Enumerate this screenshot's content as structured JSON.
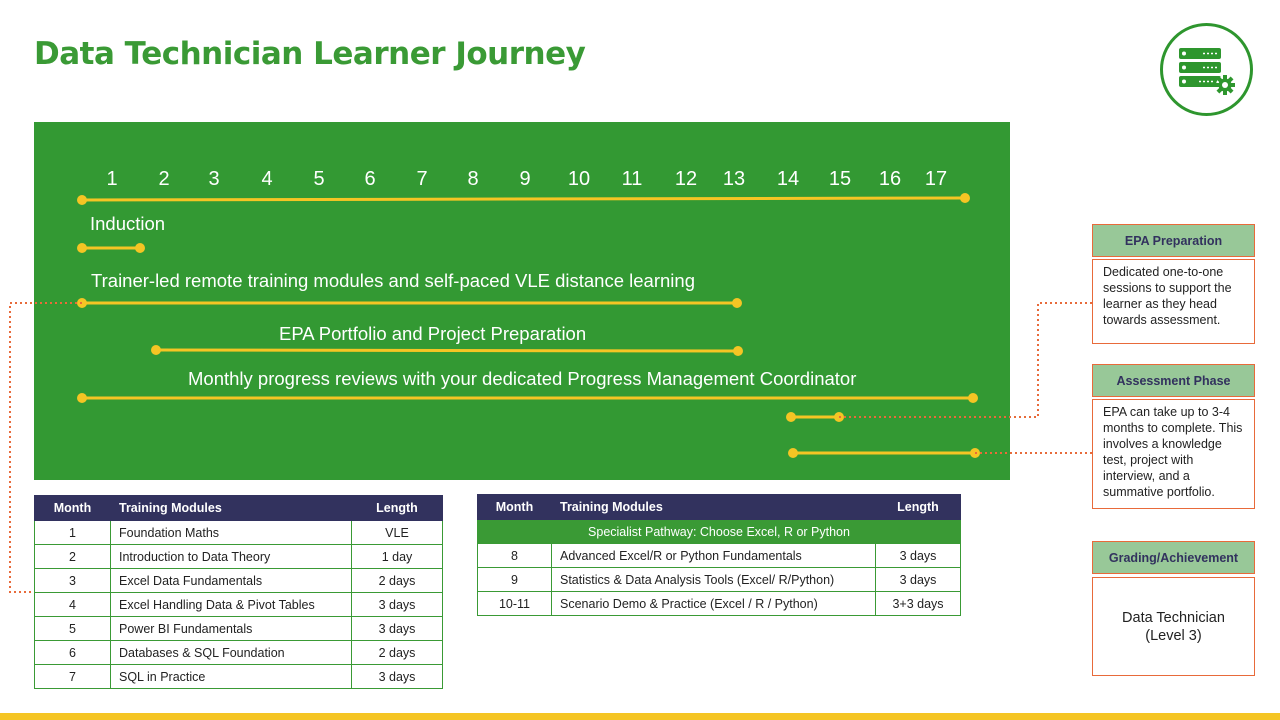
{
  "title": "Data Technician Learner Journey",
  "logo": {
    "icon": "server-gear-icon",
    "color": "#2e962e"
  },
  "timeline": {
    "months": [
      "1",
      "2",
      "3",
      "4",
      "5",
      "6",
      "7",
      "8",
      "9",
      "10",
      "11",
      "12",
      "13",
      "14",
      "15",
      "16",
      "17"
    ],
    "rows": [
      {
        "label": "Induction"
      },
      {
        "label": "Trainer-led remote training modules and self-paced VLE distance learning"
      },
      {
        "label": "EPA Portfolio and Project Preparation"
      },
      {
        "label": "Monthly progress reviews with your dedicated Progress Management Coordinator"
      }
    ],
    "colors": {
      "panel": "#339933",
      "line": "#f5c524",
      "connector": "#e86a3a"
    }
  },
  "table_left": {
    "headers": [
      "Month",
      "Training Modules",
      "Length"
    ],
    "rows": [
      [
        "1",
        "Foundation Maths",
        "VLE"
      ],
      [
        "2",
        "Introduction to Data Theory",
        "1 day"
      ],
      [
        "3",
        "Excel Data Fundamentals",
        "2 days"
      ],
      [
        "4",
        "Excel Handling Data & Pivot Tables",
        "3 days"
      ],
      [
        "5",
        "Power BI Fundamentals",
        "3 days"
      ],
      [
        "6",
        "Databases & SQL Foundation",
        "2 days"
      ],
      [
        "7",
        "SQL in Practice",
        "3 days"
      ]
    ]
  },
  "table_right": {
    "headers": [
      "Month",
      "Training Modules",
      "Length"
    ],
    "pathway": "Specialist Pathway: Choose Excel, R or Python",
    "rows": [
      [
        "8",
        "Advanced Excel/R or Python Fundamentals",
        "3 days"
      ],
      [
        "9",
        "Statistics & Data Analysis Tools (Excel/ R/Python)",
        "3 days"
      ],
      [
        "10-11",
        "Scenario Demo & Practice (Excel  / R / Python)",
        "3+3 days"
      ]
    ]
  },
  "side": {
    "epa_prep": {
      "title": "EPA Preparation",
      "text": "Dedicated one-to-one sessions to support the learner as they head towards assessment."
    },
    "assessment": {
      "title": "Assessment Phase",
      "text": "EPA can take up to 3-4 months to complete. This involves a knowledge test, project with interview, and a summative portfolio."
    },
    "grading": {
      "title": "Grading/Achievement",
      "line1": "Data Technician",
      "line2": "(Level 3)"
    }
  }
}
